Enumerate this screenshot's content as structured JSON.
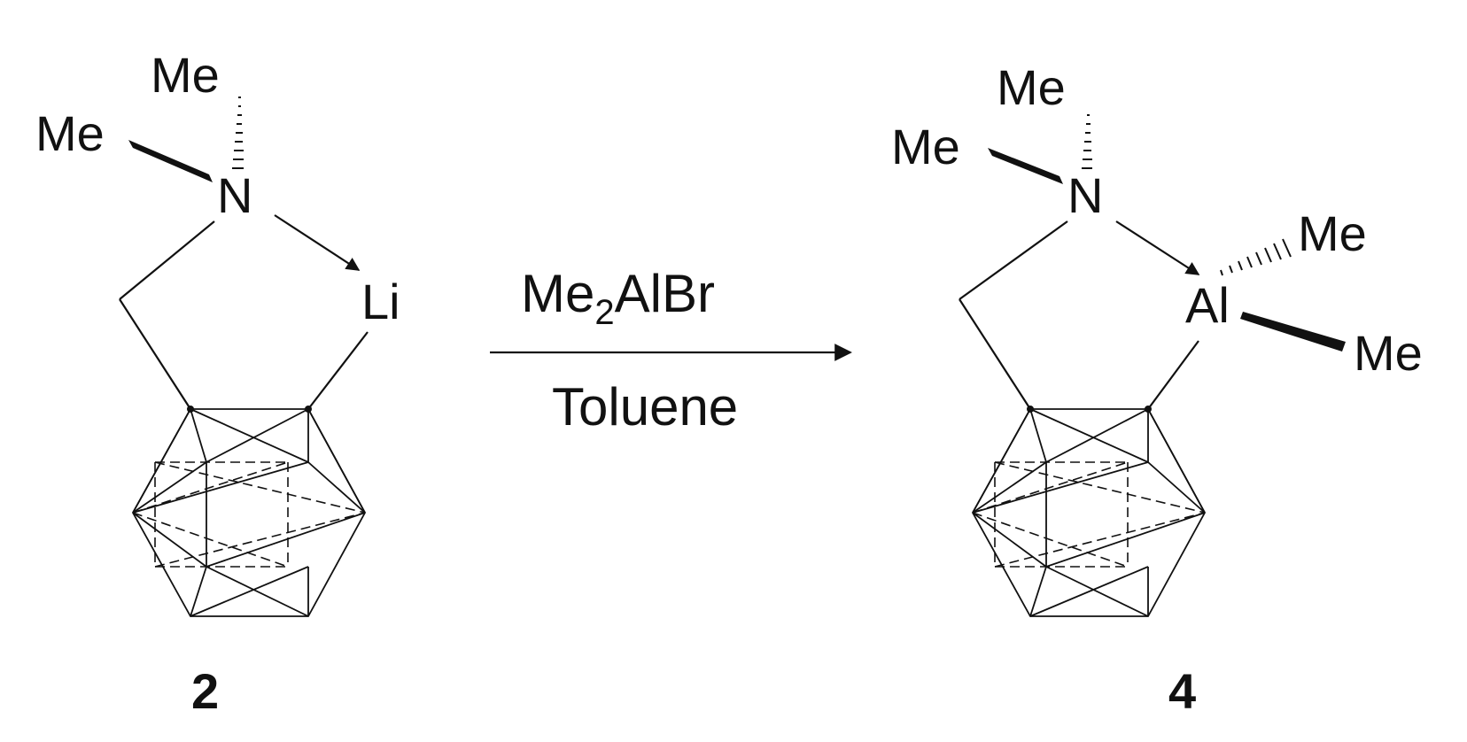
{
  "reactant": {
    "me_top": "Me",
    "me_left": "Me",
    "nitrogen": "N",
    "metal": "Li",
    "compound_number": "2"
  },
  "conditions": {
    "reagent_prefix": "Me",
    "reagent_subscript": "2",
    "reagent_suffix": "AlBr",
    "solvent": "Toluene"
  },
  "product": {
    "me_top": "Me",
    "me_left": "Me",
    "nitrogen": "N",
    "metal": "Al",
    "me_al_upper": "Me",
    "me_al_lower": "Me",
    "compound_number": "4"
  }
}
